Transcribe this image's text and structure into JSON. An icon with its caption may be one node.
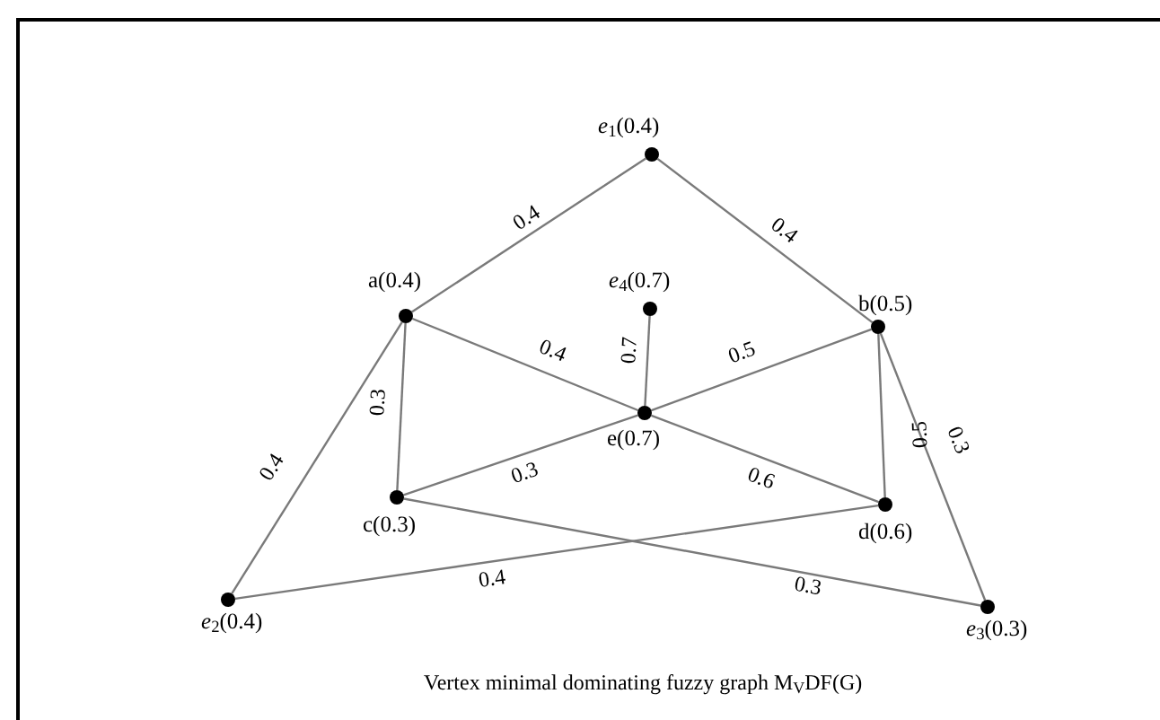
{
  "diagram": {
    "caption": "Vertex minimal dominating fuzzy graph M$_{V}$DF(G)",
    "nodes": [
      {
        "text": [],
        "shape": "circle",
        "beside": [
          "*e*$_{1}$(0.4)"
        ]
      },
      {
        "text": [],
        "shape": "circle",
        "beside": [
          "a(0.4)"
        ]
      },
      {
        "text": [],
        "shape": "circle",
        "beside": [
          "*e*$_{4}$(0.7)"
        ]
      },
      {
        "text": [],
        "shape": "circle",
        "beside": [
          "b(0.5)"
        ]
      },
      {
        "text": [],
        "shape": "circle",
        "beside": [
          "e(0.7)"
        ]
      },
      {
        "text": [],
        "shape": "circle",
        "beside": [
          "c(0.3)"
        ]
      },
      {
        "text": [],
        "shape": "circle",
        "beside": [
          "d(0.6)"
        ]
      },
      {
        "text": [],
        "shape": "circle",
        "beside": [
          "*e*$_{2}$(0.4)"
        ]
      },
      {
        "text": [],
        "shape": "circle",
        "beside": [
          "*e*$_{3}$(0.3)"
        ]
      }
    ],
    "edges": [
      {
        "from": 0,
        "to": 1,
        "arrow": "none",
        "label": "0.4"
      },
      {
        "from": 0,
        "to": 3,
        "arrow": "none",
        "label": "0.4"
      },
      {
        "from": 1,
        "to": 7,
        "arrow": "none",
        "label": "0.4"
      },
      {
        "from": 1,
        "to": 5,
        "arrow": "none",
        "label": "0.3"
      },
      {
        "from": 1,
        "to": 4,
        "arrow": "none",
        "label": "0.4"
      },
      {
        "from": 4,
        "to": 2,
        "arrow": "none",
        "label": "0.7"
      },
      {
        "from": 4,
        "to": 3,
        "arrow": "none",
        "label": "0.5"
      },
      {
        "from": 5,
        "to": 4,
        "arrow": "none",
        "label": "0.3"
      },
      {
        "from": 4,
        "to": 6,
        "arrow": "none",
        "label": "0.6"
      },
      {
        "from": 3,
        "to": 6,
        "arrow": "none",
        "label": "0.5"
      },
      {
        "from": 3,
        "to": 8,
        "arrow": "none",
        "label": "0.3"
      },
      {
        "from": 5,
        "to": 8,
        "arrow": "none",
        "label": "0.3"
      },
      {
        "from": 7,
        "to": 6,
        "arrow": "none",
        "label": "0.4"
      }
    ]
  }
}
